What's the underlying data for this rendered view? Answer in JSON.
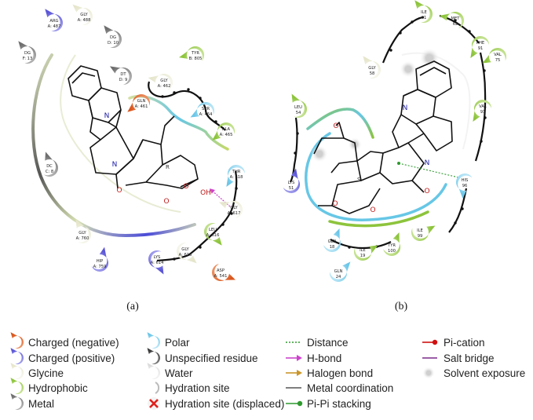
{
  "panels": [
    {
      "label": "(a)",
      "residues": [
        {
          "name": "ARG",
          "id": "A: 487",
          "kind": "positive"
        },
        {
          "name": "GLY",
          "id": "A: 488",
          "kind": "glycine"
        },
        {
          "name": "DG",
          "id": "D: 10",
          "kind": "metal"
        },
        {
          "name": "DG",
          "id": "F: 13",
          "kind": "metal"
        },
        {
          "name": "DT",
          "id": "D: 9",
          "kind": "metal"
        },
        {
          "name": "TYR",
          "id": "B: 805",
          "kind": "hydrophobic"
        },
        {
          "name": "GLY",
          "id": "A: 462",
          "kind": "glycine"
        },
        {
          "name": "GLN",
          "id": "A: 461",
          "kind": "negative"
        },
        {
          "name": "SER",
          "id": "A: 464",
          "kind": "polar"
        },
        {
          "name": "ALA",
          "id": "A: 465",
          "kind": "hydrophobic"
        },
        {
          "name": "DC",
          "id": "C: 8",
          "kind": "metal"
        },
        {
          "name": "THR",
          "id": "A: 618",
          "kind": "polar"
        },
        {
          "name": "GLY",
          "id": "A: 617",
          "kind": "glycine"
        },
        {
          "name": "GLY",
          "id": "A: 760",
          "kind": "glycine"
        },
        {
          "name": "LEU",
          "id": "A: 616",
          "kind": "hydrophobic"
        },
        {
          "name": "GLY",
          "id": "A: 615",
          "kind": "glycine"
        },
        {
          "name": "LYS",
          "id": "A: 614",
          "kind": "positive"
        },
        {
          "name": "HIP",
          "id": "A: 759",
          "kind": "positive"
        },
        {
          "name": "ASP",
          "id": "A: 541",
          "kind": "negative"
        }
      ],
      "atoms": [
        "N",
        "N",
        "O",
        "O",
        "O",
        "OH"
      ],
      "chiral_label": "R"
    },
    {
      "label": "(b)",
      "residues": [
        {
          "name": "ILE",
          "id": "61",
          "kind": "hydrophobic"
        },
        {
          "name": "MET",
          "id": "62",
          "kind": "hydrophobic"
        },
        {
          "name": "GLY",
          "id": "58",
          "kind": "glycine"
        },
        {
          "name": "PHE",
          "id": "91",
          "kind": "hydrophobic"
        },
        {
          "name": "VAL",
          "id": "75",
          "kind": "hydrophobic"
        },
        {
          "name": "VAL",
          "id": "93",
          "kind": "hydrophobic"
        },
        {
          "name": "LEU",
          "id": "54",
          "kind": "hydrophobic"
        },
        {
          "name": "LYS",
          "id": "51",
          "kind": "positive"
        },
        {
          "name": "HIS",
          "id": "96",
          "kind": "polar"
        },
        {
          "name": "ILE",
          "id": "99",
          "kind": "hydrophobic"
        },
        {
          "name": "GLN",
          "id": "18",
          "kind": "polar"
        },
        {
          "name": "ILE",
          "id": "19",
          "kind": "hydrophobic"
        },
        {
          "name": "TYR",
          "id": "100",
          "kind": "hydrophobic"
        },
        {
          "name": "GLN",
          "id": "24",
          "kind": "polar"
        }
      ],
      "atoms": [
        "N",
        "N",
        "O",
        "O",
        "O",
        "O"
      ],
      "chiral_label": "S"
    }
  ],
  "legend": {
    "col1": [
      {
        "label": "Charged (negative)",
        "icon": "negative-drop-icon"
      },
      {
        "label": "Charged (positive)",
        "icon": "positive-drop-icon"
      },
      {
        "label": "Glycine",
        "icon": "glycine-drop-icon"
      },
      {
        "label": "Hydrophobic",
        "icon": "hydrophobic-drop-icon"
      },
      {
        "label": "Metal",
        "icon": "metal-drop-icon"
      }
    ],
    "col2": [
      {
        "label": "Polar",
        "icon": "polar-drop-icon"
      },
      {
        "label": "Unspecified residue",
        "icon": "unspecified-drop-icon"
      },
      {
        "label": "Water",
        "icon": "water-drop-icon"
      },
      {
        "label": "Hydration site",
        "icon": "hydration-site-icon"
      },
      {
        "label": "Hydration site (displaced)",
        "icon": "displaced-cross-icon"
      }
    ],
    "col3": [
      {
        "label": "Distance",
        "icon": "distance-line-icon"
      },
      {
        "label": "H-bond",
        "icon": "hbond-arrow-icon"
      },
      {
        "label": "Halogen bond",
        "icon": "halogen-arrow-icon"
      },
      {
        "label": "Metal coordination",
        "icon": "metal-coordination-line-icon"
      },
      {
        "label": "Pi-Pi stacking",
        "icon": "pi-pi-line-icon"
      }
    ],
    "col4": [
      {
        "label": "Pi-cation",
        "icon": "pi-cation-line-icon"
      },
      {
        "label": "Salt bridge",
        "icon": "salt-bridge-line-icon"
      },
      {
        "label": "Solvent exposure",
        "icon": "solvent-exposure-icon"
      }
    ]
  },
  "colors": {
    "negative": "#e26a33",
    "positive": "#7a76e3",
    "glycine": "#f4f4e2",
    "hydrophobic": "#a9d45a",
    "metal": "#8e8e8e",
    "polar": "#8fd7ef",
    "unspecified": "#6a6a6a",
    "water": "#f2f2f2",
    "distance": "#2e9a2e",
    "hbond": "#cc44cc",
    "halogen": "#c9962a",
    "metal_coordination": "#555555",
    "pi_pi": "#2e9a2e",
    "pi_cation": "#d01010",
    "salt_bridge": "#7a2a8a"
  }
}
